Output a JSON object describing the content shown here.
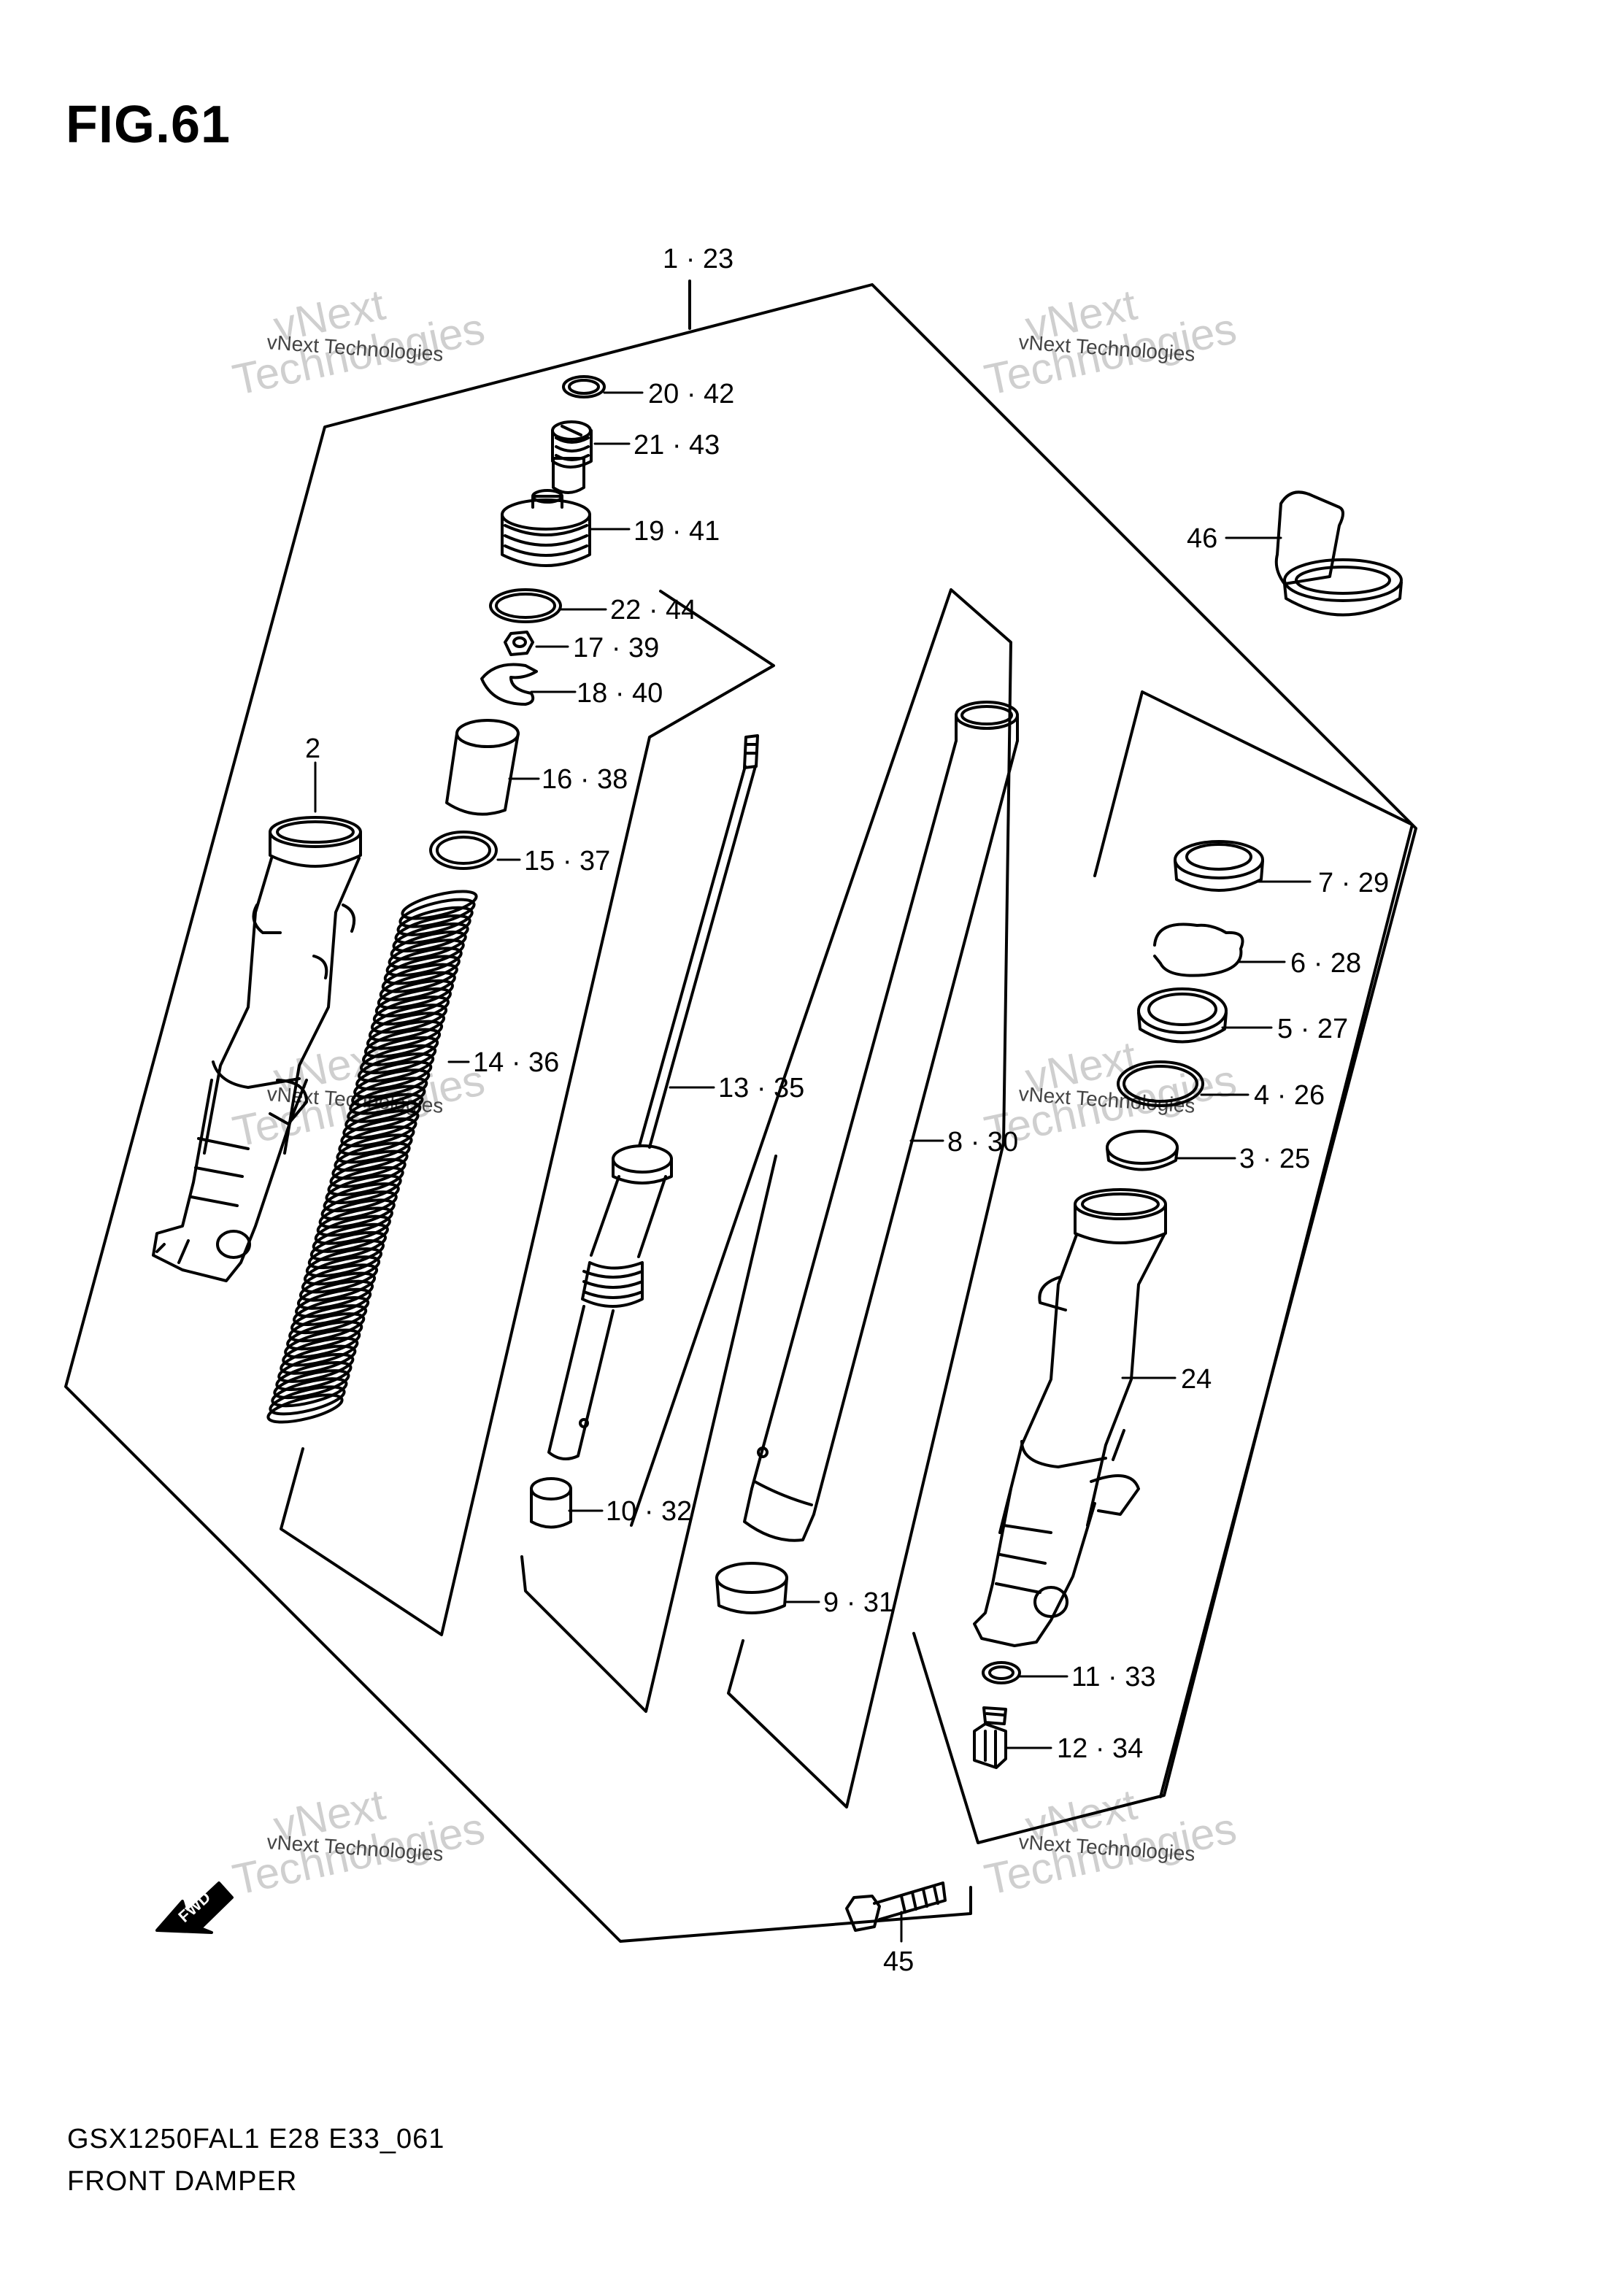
{
  "figure": {
    "title": "FIG.61",
    "model_code": "GSX1250FAL1 E28 E33_061",
    "diagram_name": "FRONT DAMPER",
    "fwd_label": "FWD"
  },
  "watermark": {
    "brand_top": "vNext",
    "brand_bottom": "Technologies",
    "caption": "vNext Technologies"
  },
  "callouts": [
    {
      "id": "p1",
      "label": "1 · 23"
    },
    {
      "id": "p20",
      "label": "20 · 42"
    },
    {
      "id": "p21",
      "label": "21 · 43"
    },
    {
      "id": "p19",
      "label": "19 · 41"
    },
    {
      "id": "p46",
      "label": "46"
    },
    {
      "id": "p22",
      "label": "22 · 44"
    },
    {
      "id": "p17",
      "label": "17 · 39"
    },
    {
      "id": "p18",
      "label": "18 · 40"
    },
    {
      "id": "p2",
      "label": "2"
    },
    {
      "id": "p16",
      "label": "16 · 38"
    },
    {
      "id": "p15",
      "label": "15 · 37"
    },
    {
      "id": "p7",
      "label": "7 · 29"
    },
    {
      "id": "p6",
      "label": "6 · 28"
    },
    {
      "id": "p5",
      "label": "5 · 27"
    },
    {
      "id": "p14",
      "label": "14 · 36"
    },
    {
      "id": "p13",
      "label": "13 · 35"
    },
    {
      "id": "p4",
      "label": "4 · 26"
    },
    {
      "id": "p8",
      "label": "8 · 30"
    },
    {
      "id": "p3",
      "label": "3 · 25"
    },
    {
      "id": "p24",
      "label": "24"
    },
    {
      "id": "p10",
      "label": "10 · 32"
    },
    {
      "id": "p9",
      "label": "9 · 31"
    },
    {
      "id": "p11",
      "label": "11 · 33"
    },
    {
      "id": "p12",
      "label": "12 · 34"
    },
    {
      "id": "p45",
      "label": "45"
    }
  ]
}
